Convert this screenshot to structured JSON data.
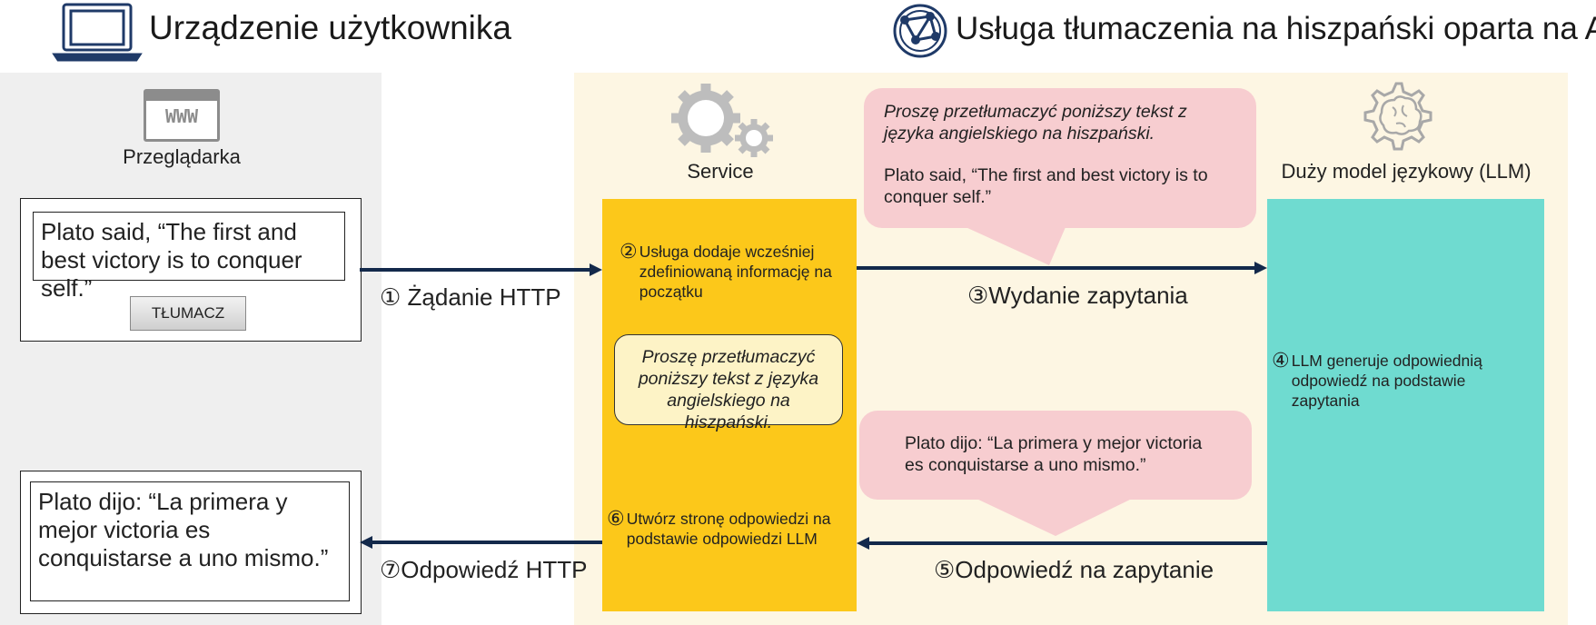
{
  "header": {
    "left_title": "Urządzenie użytkownika",
    "right_title": "Usługa tłumaczenia na hiszpański oparta na AI"
  },
  "browser": {
    "icon_text": "WWW",
    "label": "Przeglądarka",
    "input_text": "Plato said, “The first and best victory is to conquer self.”",
    "button_label": "TŁUMACZ",
    "output_text": "Plato dijo: “La primera y mejor victoria es conquistarse a uno mismo.”"
  },
  "service": {
    "label": "Service",
    "step2_num": "②",
    "step2_text": "Usługa dodaje wcześniej zdefiniowaną informację na początku",
    "note_text": "Proszę przetłumaczyć poniższy tekst z języka angielskiego na hiszpański.",
    "step6_num": "⑥",
    "step6_text": "Utwórz stronę odpowiedzi na podstawie odpowiedzi LLM"
  },
  "llm": {
    "label": "Duży model językowy (LLM)",
    "step4_num": "④",
    "step4_text": "LLM generuje odpowiednią odpowiedź na podstawie zapytania"
  },
  "arrows": {
    "step1": "① Żądanie HTTP",
    "step3": "③Wydanie zapytania",
    "step5": "⑤Odpowiedź na zapytanie",
    "step7": "⑦Odpowiedź HTTP"
  },
  "bubbles": {
    "query_instruction": "Proszę przetłumaczyć poniższy tekst z języka angielskiego na hiszpański.",
    "query_text": "Plato said, “The first and best victory is to conquer self.”",
    "response_text": "Plato dijo: “La primera y mejor victoria es conquistarse a uno mismo.”"
  },
  "colors": {
    "service": "#fcc81a",
    "llm": "#6fdbd0",
    "bubble": "#f7cdd0",
    "arrow": "#13294b",
    "icon_blue": "#1f3a68"
  }
}
